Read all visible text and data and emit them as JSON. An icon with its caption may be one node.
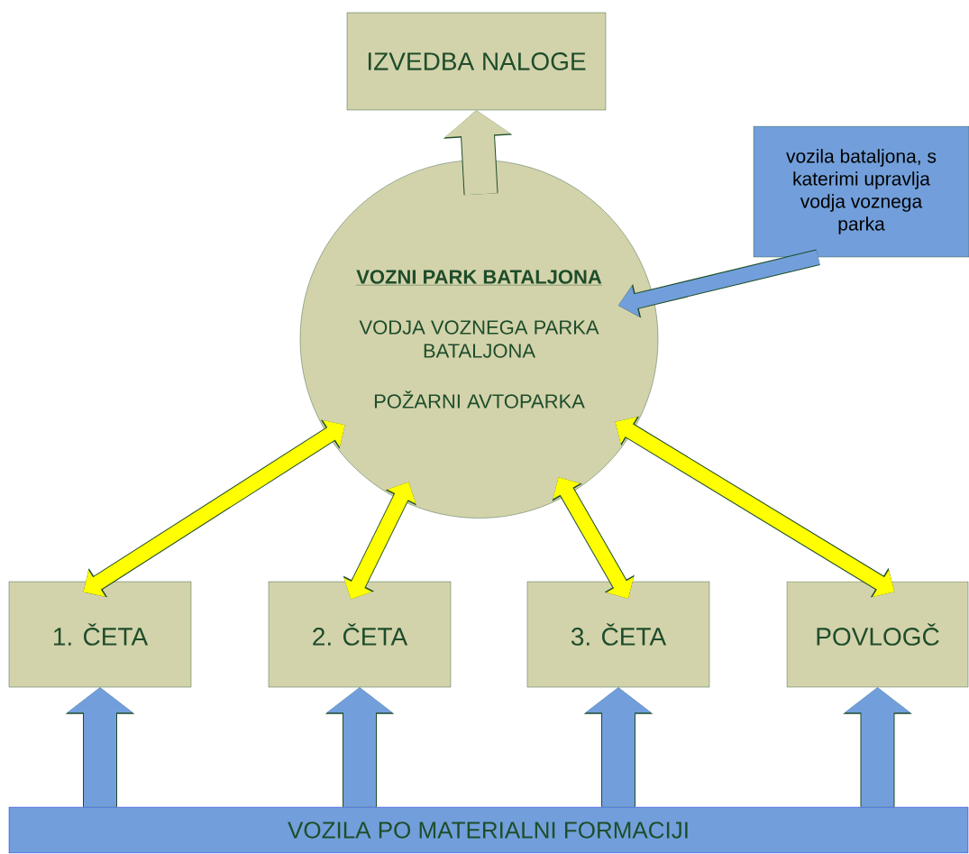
{
  "diagram": {
    "nodes": [
      {
        "text": [
          "IZVEDBA NALOGE"
        ]
      },
      {
        "text": [
          "VOZNI PARK BATALJONA",
          "VODJA VOZNEGA PARKA BATALJONA",
          "POŽARNI AVTOPARKA"
        ]
      },
      {
        "text": [
          "vozila bataljona, s katerimi upravlja vodja voznega parka"
        ]
      },
      {
        "text": [
          "1. ČETA"
        ]
      },
      {
        "text": [
          "2. ČETA"
        ]
      },
      {
        "text": [
          "3. ČETA"
        ]
      },
      {
        "text": [
          "POVLOGČ"
        ]
      },
      {
        "text": [
          "VOZILA PO MATERIALNI FORMACIJI"
        ]
      }
    ],
    "edges": [
      {
        "from": 1,
        "to": 0,
        "arrow": "to",
        "style": "thick",
        "color": "#d3d3ab"
      },
      {
        "from": 2,
        "to": 1,
        "arrow": "to",
        "color": "#729fdb"
      },
      {
        "from": 1,
        "to": 3,
        "arrow": "both",
        "color": "#ffff00"
      },
      {
        "from": 1,
        "to": 4,
        "arrow": "both",
        "color": "#ffff00"
      },
      {
        "from": 1,
        "to": 5,
        "arrow": "both",
        "color": "#ffff00"
      },
      {
        "from": 1,
        "to": 6,
        "arrow": "both",
        "color": "#ffff00"
      },
      {
        "from": 7,
        "to": 3,
        "arrow": "to",
        "style": "thick",
        "color": "#729fdb"
      },
      {
        "from": 7,
        "to": 4,
        "arrow": "to",
        "style": "thick",
        "color": "#729fdb"
      },
      {
        "from": 7,
        "to": 5,
        "arrow": "to",
        "style": "thick",
        "color": "#729fdb"
      },
      {
        "from": 7,
        "to": 6,
        "arrow": "to",
        "style": "thick",
        "color": "#729fdb"
      }
    ]
  }
}
